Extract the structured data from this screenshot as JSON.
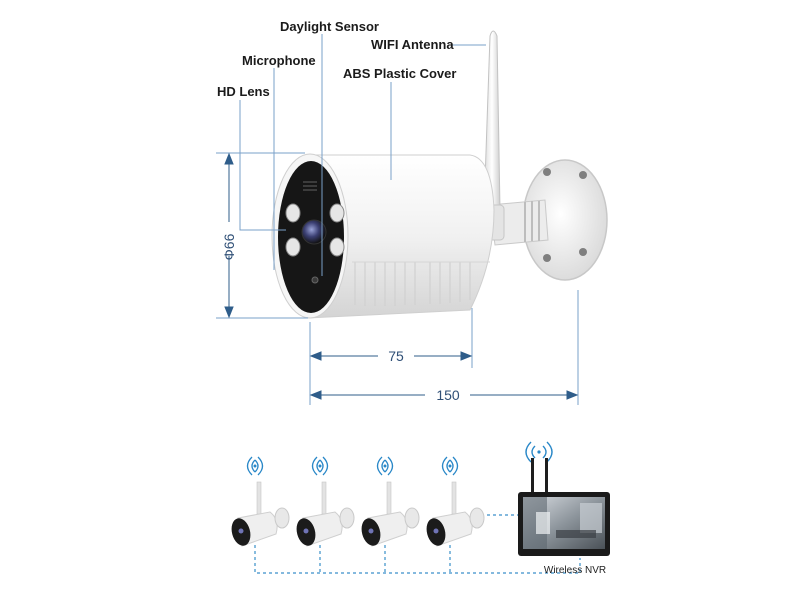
{
  "labels": {
    "daylight_sensor": "Daylight Sensor",
    "wifi_antenna": "WIFI Antenna",
    "microphone": "Microphone",
    "abs_cover": "ABS Plastic Cover",
    "hd_lens": "HD Lens"
  },
  "dimensions": {
    "diameter": "Φ66",
    "length": "75",
    "total_length": "150"
  },
  "network": {
    "camera_count": 4,
    "nvr_label": "Wireless NVR"
  },
  "colors": {
    "dimension_line": "#2f5d8a",
    "leader_line": "#7aa0c8",
    "network_link": "#3a8fc9",
    "camera_body": "#f2f2f2",
    "camera_face": "#1a1a1a"
  }
}
